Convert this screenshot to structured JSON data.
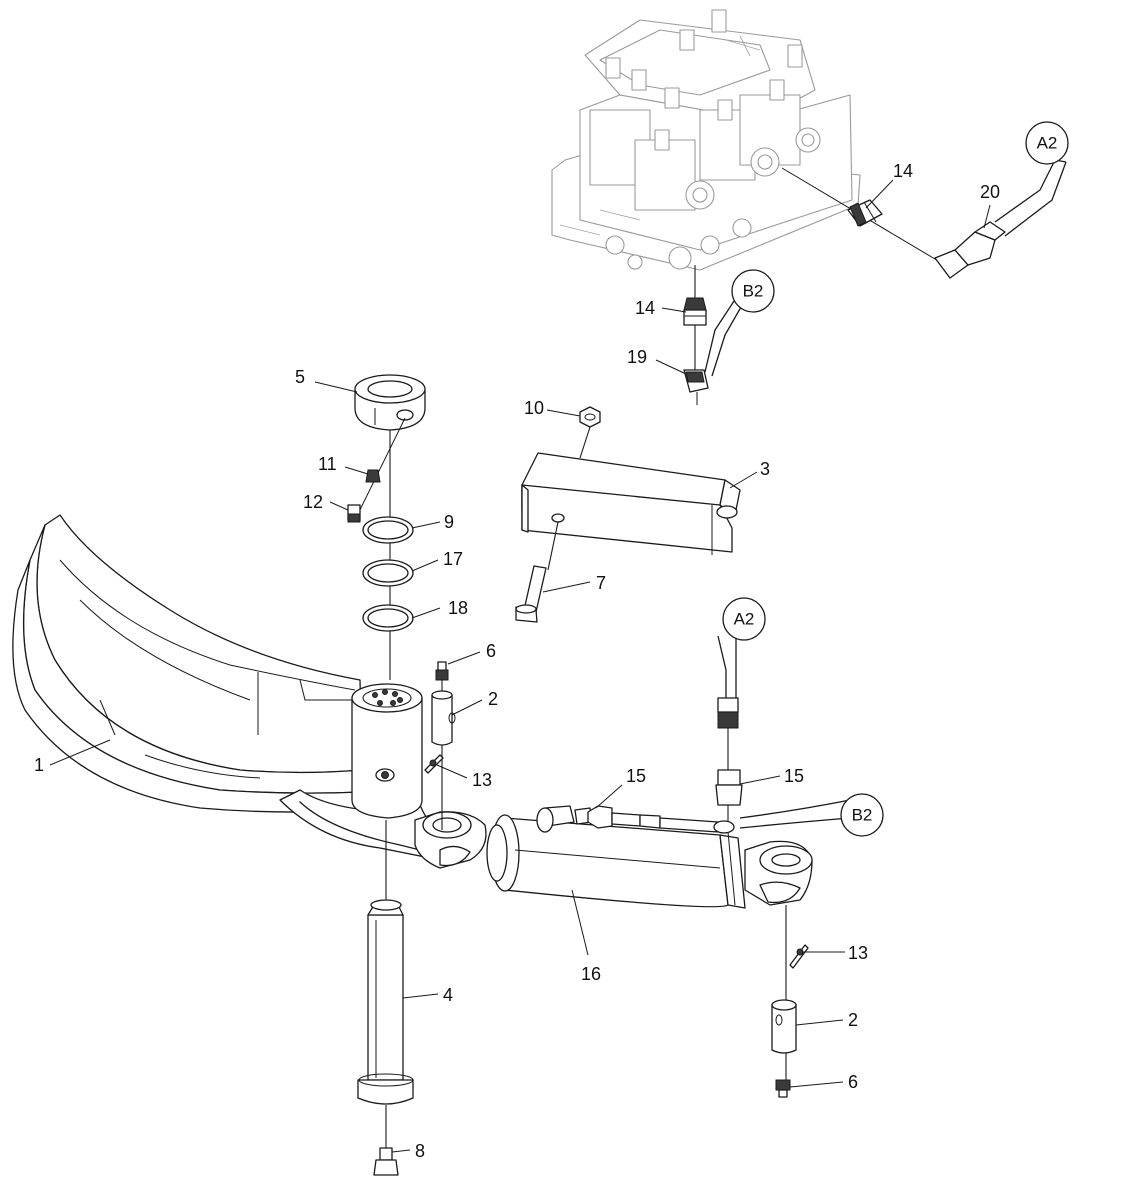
{
  "diagram": {
    "type": "exploded-parts-view",
    "part_labels": [
      {
        "id": "p1",
        "text": "1"
      },
      {
        "id": "p2a",
        "text": "2"
      },
      {
        "id": "p2b",
        "text": "2"
      },
      {
        "id": "p3",
        "text": "3"
      },
      {
        "id": "p4",
        "text": "4"
      },
      {
        "id": "p5",
        "text": "5"
      },
      {
        "id": "p6a",
        "text": "6"
      },
      {
        "id": "p6b",
        "text": "6"
      },
      {
        "id": "p7",
        "text": "7"
      },
      {
        "id": "p8",
        "text": "8"
      },
      {
        "id": "p9",
        "text": "9"
      },
      {
        "id": "p10",
        "text": "10"
      },
      {
        "id": "p11",
        "text": "11"
      },
      {
        "id": "p12",
        "text": "12"
      },
      {
        "id": "p13a",
        "text": "13"
      },
      {
        "id": "p13b",
        "text": "13"
      },
      {
        "id": "p14a",
        "text": "14"
      },
      {
        "id": "p14b",
        "text": "14"
      },
      {
        "id": "p15a",
        "text": "15"
      },
      {
        "id": "p15b",
        "text": "15"
      },
      {
        "id": "p16",
        "text": "16"
      },
      {
        "id": "p17",
        "text": "17"
      },
      {
        "id": "p18",
        "text": "18"
      },
      {
        "id": "p19",
        "text": "19"
      },
      {
        "id": "p20",
        "text": "20"
      }
    ],
    "connection_callouts": [
      {
        "id": "a2_top",
        "text": "A2"
      },
      {
        "id": "b2_top",
        "text": "B2"
      },
      {
        "id": "a2_cyl",
        "text": "A2"
      },
      {
        "id": "b2_cyl",
        "text": "B2"
      }
    ]
  }
}
